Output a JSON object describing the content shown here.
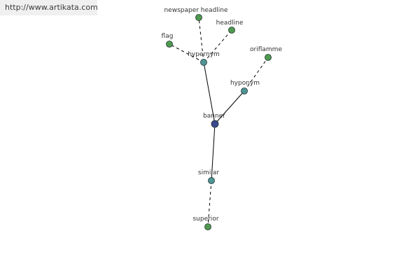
{
  "watermark": {
    "text": "http://www.artikata.com"
  },
  "colors": {
    "root": "#3b4a8f",
    "relation": "#4f9595",
    "leaf": "#4f9a4f",
    "edge": "#000000"
  },
  "graph": {
    "nodes": [
      {
        "id": "banner",
        "label": "banner",
        "kind": "root"
      },
      {
        "id": "hypernym",
        "label": "hypernym",
        "kind": "relation"
      },
      {
        "id": "hyponym",
        "label": "hyponym",
        "kind": "relation"
      },
      {
        "id": "similar",
        "label": "similar",
        "kind": "relation"
      },
      {
        "id": "newspaper_headline",
        "label": "newspaper headline",
        "kind": "leaf"
      },
      {
        "id": "headline",
        "label": "headline",
        "kind": "leaf"
      },
      {
        "id": "flag",
        "label": "flag",
        "kind": "leaf"
      },
      {
        "id": "oriflamme",
        "label": "oriflamme",
        "kind": "leaf"
      },
      {
        "id": "superior",
        "label": "superior",
        "kind": "leaf"
      }
    ],
    "edges": [
      {
        "from": "banner",
        "to": "hypernym",
        "style": "solid"
      },
      {
        "from": "banner",
        "to": "hyponym",
        "style": "solid"
      },
      {
        "from": "banner",
        "to": "similar",
        "style": "solid"
      },
      {
        "from": "hypernym",
        "to": "newspaper_headline",
        "style": "dashed"
      },
      {
        "from": "hypernym",
        "to": "headline",
        "style": "dashed"
      },
      {
        "from": "hypernym",
        "to": "flag",
        "style": "dashed"
      },
      {
        "from": "hyponym",
        "to": "oriflamme",
        "style": "dashed"
      },
      {
        "from": "similar",
        "to": "superior",
        "style": "dashed"
      }
    ]
  }
}
